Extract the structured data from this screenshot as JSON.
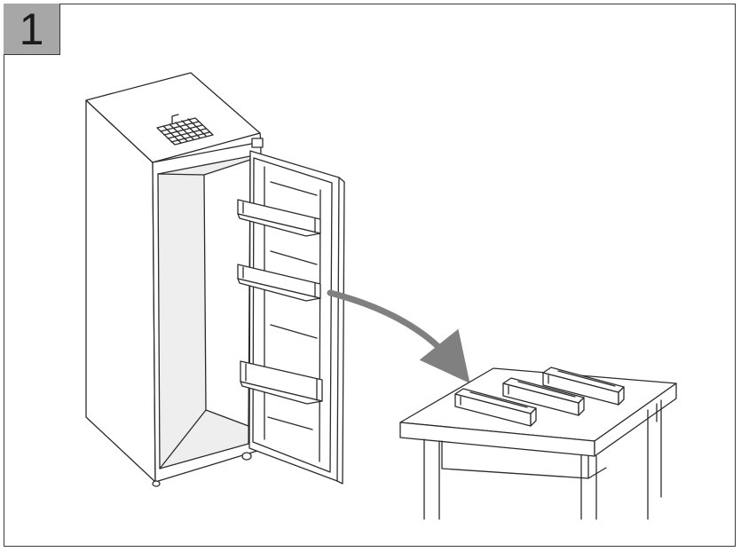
{
  "step": {
    "number": "1"
  },
  "colors": {
    "badge": "#a7a7a7",
    "arrow": "#808080",
    "line": "#2b2b2b",
    "background": "#ffffff"
  },
  "icons": [
    "fridge-illustration",
    "door-shelf-icon",
    "curved-arrow-icon",
    "table-illustration"
  ]
}
